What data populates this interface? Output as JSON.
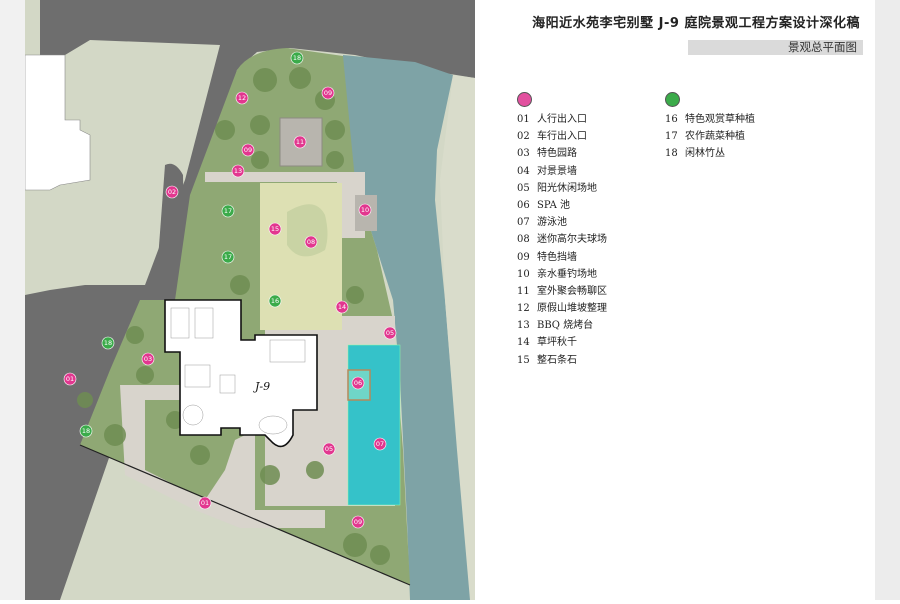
{
  "header": {
    "title": "海阳近水苑李宅别墅 J-9 庭院景观工程方案设计深化稿",
    "subtitle": "景观总平面图"
  },
  "colors": {
    "pink": "#e2378f",
    "green": "#3bab4a",
    "water": "#7ea3a6",
    "pool": "#35c2c9"
  },
  "legend": {
    "pink_items": [
      {
        "num": "01",
        "label": "人行出入口"
      },
      {
        "num": "02",
        "label": "车行出入口"
      },
      {
        "num": "03",
        "label": "特色园路"
      },
      {
        "num": "04",
        "label": "对景景墙"
      },
      {
        "num": "05",
        "label": "阳光休闲场地"
      },
      {
        "num": "06",
        "label": "SPA 池"
      },
      {
        "num": "07",
        "label": "游泳池"
      },
      {
        "num": "08",
        "label": "迷你高尔夫球场"
      },
      {
        "num": "09",
        "label": "特色挡墙"
      },
      {
        "num": "10",
        "label": "亲水垂钓场地"
      },
      {
        "num": "11",
        "label": "室外聚会畅聊区"
      },
      {
        "num": "12",
        "label": "原假山堆坡整理"
      },
      {
        "num": "13",
        "label": "BBQ 烧烤台"
      },
      {
        "num": "14",
        "label": "草坪秋千"
      },
      {
        "num": "15",
        "label": "整石条石"
      }
    ],
    "green_items": [
      {
        "num": "16",
        "label": "特色观赏草种植"
      },
      {
        "num": "17",
        "label": "农作蔬菜种植"
      },
      {
        "num": "18",
        "label": "闲林竹丛"
      }
    ]
  },
  "plan": {
    "building_label": "J-9",
    "markers": [
      {
        "num": "18",
        "type": "green"
      },
      {
        "num": "12",
        "type": "pink"
      },
      {
        "num": "09",
        "type": "pink"
      },
      {
        "num": "11",
        "type": "pink"
      },
      {
        "num": "09",
        "type": "pink"
      },
      {
        "num": "13",
        "type": "pink"
      },
      {
        "num": "02",
        "type": "pink"
      },
      {
        "num": "17",
        "type": "green"
      },
      {
        "num": "10",
        "type": "pink"
      },
      {
        "num": "15",
        "type": "pink"
      },
      {
        "num": "08",
        "type": "pink"
      },
      {
        "num": "17",
        "type": "green"
      },
      {
        "num": "16",
        "type": "green"
      },
      {
        "num": "14",
        "type": "pink"
      },
      {
        "num": "05",
        "type": "pink"
      },
      {
        "num": "18",
        "type": "green"
      },
      {
        "num": "03",
        "type": "pink"
      },
      {
        "num": "01",
        "type": "pink"
      },
      {
        "num": "06",
        "type": "pink"
      },
      {
        "num": "18",
        "type": "green"
      },
      {
        "num": "07",
        "type": "pink"
      },
      {
        "num": "05",
        "type": "pink"
      },
      {
        "num": "01",
        "type": "pink"
      },
      {
        "num": "09",
        "type": "pink"
      }
    ]
  }
}
